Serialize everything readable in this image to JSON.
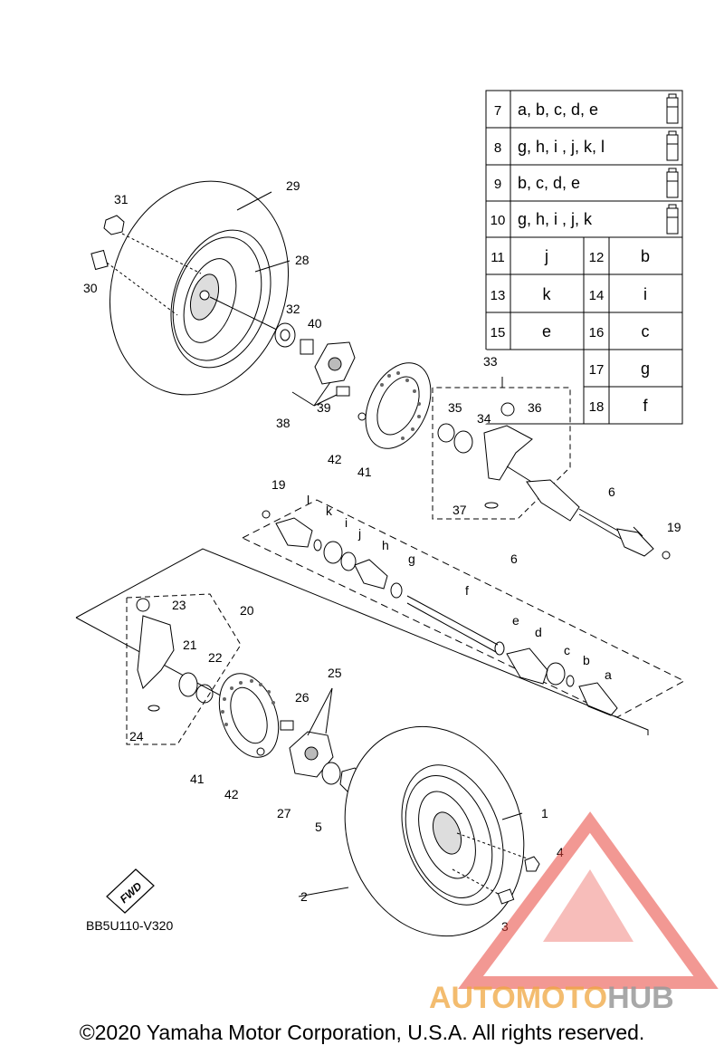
{
  "legend": {
    "wide_rows": [
      {
        "num": "7",
        "letters": "a, b, c, d, e"
      },
      {
        "num": "8",
        "letters": "g, h, i , j, k, l"
      },
      {
        "num": "9",
        "letters": "b, c, d, e"
      },
      {
        "num": "10",
        "letters": "g, h, i , j, k"
      }
    ],
    "pair_rows": [
      {
        "left_num": "11",
        "left_letter": "j",
        "right_num": "12",
        "right_letter": "b"
      },
      {
        "left_num": "13",
        "left_letter": "k",
        "right_num": "14",
        "right_letter": "i"
      },
      {
        "left_num": "15",
        "left_letter": "e",
        "right_num": "16",
        "right_letter": "c"
      },
      {
        "left_num": "",
        "left_letter": "",
        "right_num": "17",
        "right_letter": "g"
      },
      {
        "left_num": "",
        "left_letter": "",
        "right_num": "18",
        "right_letter": "f"
      }
    ]
  },
  "callouts": [
    "1",
    "2",
    "3",
    "4",
    "5",
    "6",
    "6",
    "19",
    "19",
    "20",
    "21",
    "22",
    "23",
    "24",
    "25",
    "26",
    "27",
    "28",
    "29",
    "30",
    "31",
    "32",
    "33",
    "34",
    "35",
    "36",
    "37",
    "38",
    "39",
    "40",
    "41",
    "41",
    "42",
    "42",
    "a",
    "b",
    "c",
    "d",
    "e",
    "f",
    "g",
    "h",
    "i",
    "j",
    "k",
    "l"
  ],
  "fwd_label": "FWD",
  "diagram_code": "BB5U110-V320",
  "watermark": {
    "part1": "AUTOMOTO",
    "part2": "HUB"
  },
  "copyright": "©2020 Yamaha Motor Corporation, U.S.A. All rights reserved.",
  "colors": {
    "watermark_red": "#e8433a",
    "watermark_orange": "#f0a640",
    "watermark_gray": "#9a9a9a"
  }
}
